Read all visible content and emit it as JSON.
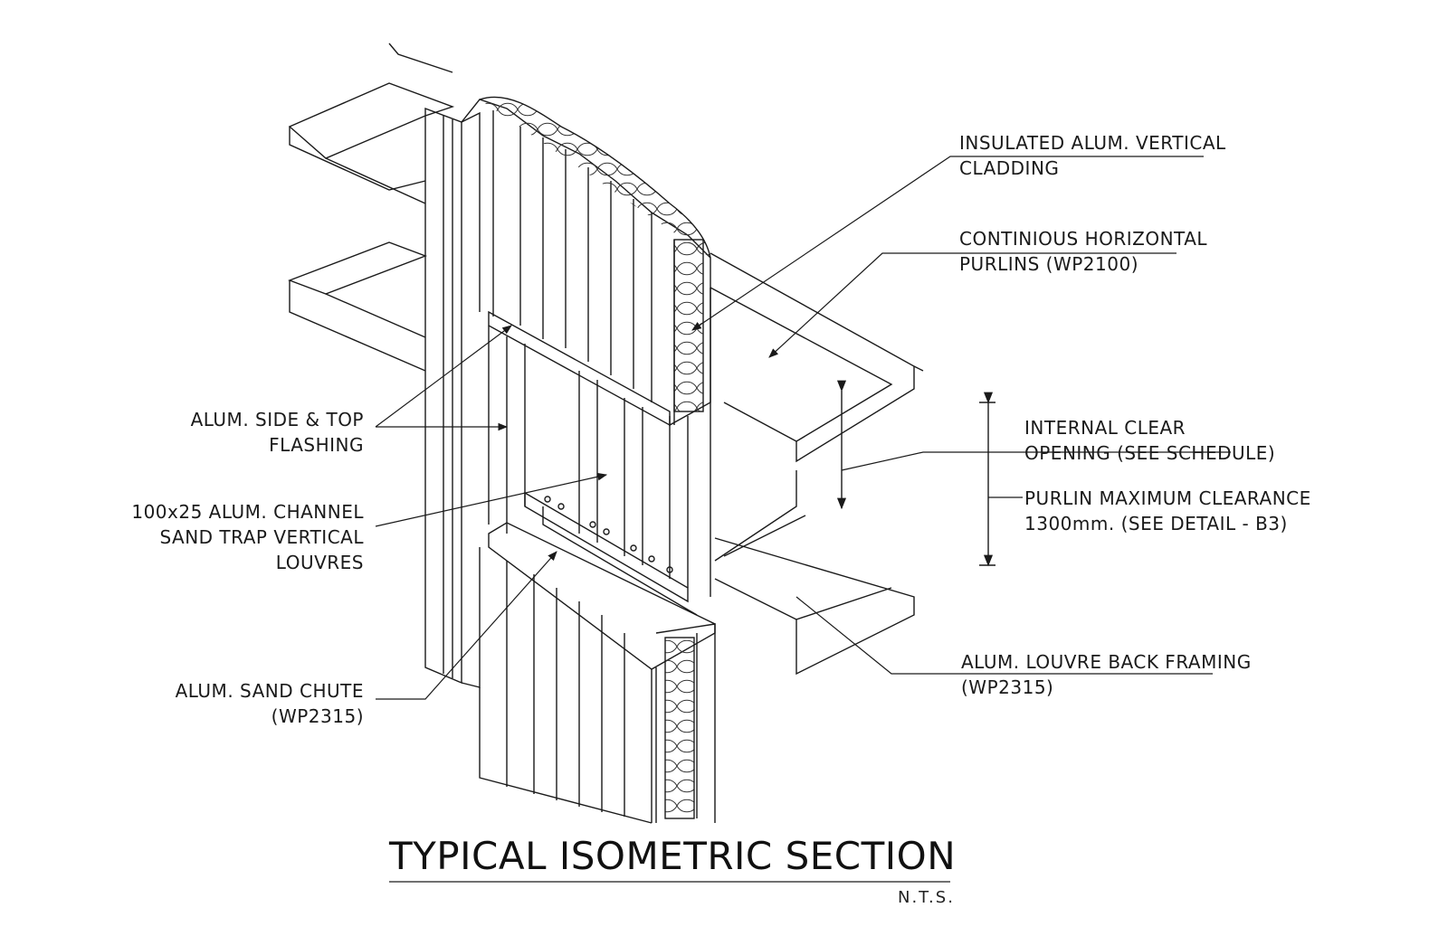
{
  "drawing": {
    "title": "TYPICAL ISOMETRIC SECTION",
    "scale": "N.T.S."
  },
  "callouts": {
    "cladding": [
      "INSULATED ALUM. VERTICAL",
      "CLADDING"
    ],
    "purlins": [
      "CONTINIOUS HORIZONTAL",
      "PURLINS (WP2100)"
    ],
    "flashing": [
      "ALUM. SIDE & TOP",
      "FLASHING"
    ],
    "channel": [
      "100x25 ALUM. CHANNEL",
      "SAND TRAP VERTICAL",
      "LOUVRES"
    ],
    "chute": [
      "ALUM. SAND CHUTE",
      "(WP2315)"
    ],
    "opening": [
      "INTERNAL CLEAR",
      "OPENING (SEE SCHEDULE)"
    ],
    "clearance": [
      "PURLIN MAXIMUM CLEARANCE",
      "1300mm. (SEE DETAIL - B3)"
    ],
    "framing": [
      "ALUM. LOUVRE BACK FRAMING",
      "(WP2315)"
    ]
  },
  "colors": {
    "line": "#1a1a1a",
    "background": "#ffffff"
  }
}
